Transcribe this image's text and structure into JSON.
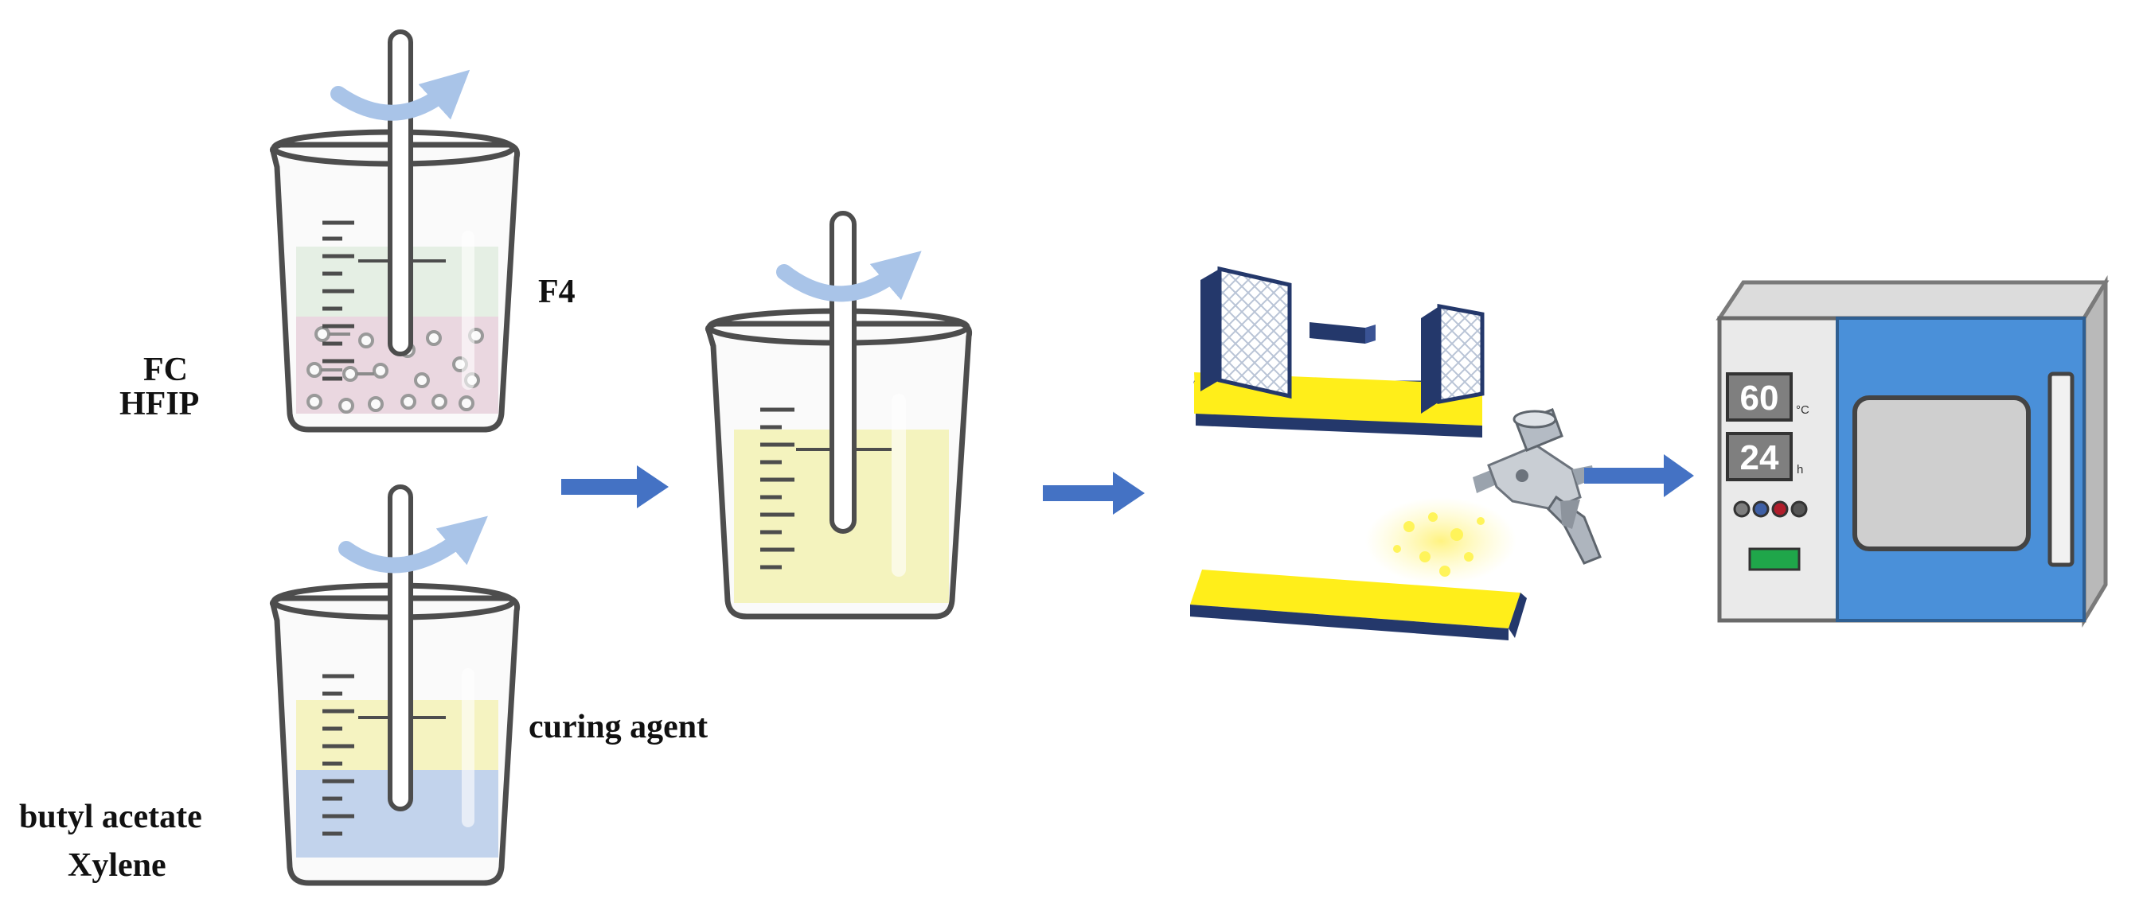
{
  "labels": {
    "fc": "FC",
    "hfip": "HFIP",
    "f4": "F4",
    "curing_agent": "curing agent",
    "butyl_acetate": "butyl acetate",
    "xylene": "Xylene"
  },
  "oven": {
    "temperature_value": "60",
    "temperature_unit": "°C",
    "time_value": "24",
    "time_unit": "h"
  },
  "colors": {
    "arrow": "#4472c4",
    "fc_solution_top": "#dfeedd",
    "fc_solution_bottom": "#e6c9d8",
    "curing_agent_layer": "#f7f5a8",
    "solvent_layer": "#a9c3ea",
    "mixed_solution": "#f6f5a4",
    "coating_yellow": "#ffee1a",
    "substrate_navy": "#24386b",
    "oven_door": "#4a90d9",
    "oven_body": "#eaeaea"
  },
  "icons": [
    "stirring-arrow-icon",
    "spray-gun-icon",
    "oven-icon",
    "beaker-icon"
  ]
}
